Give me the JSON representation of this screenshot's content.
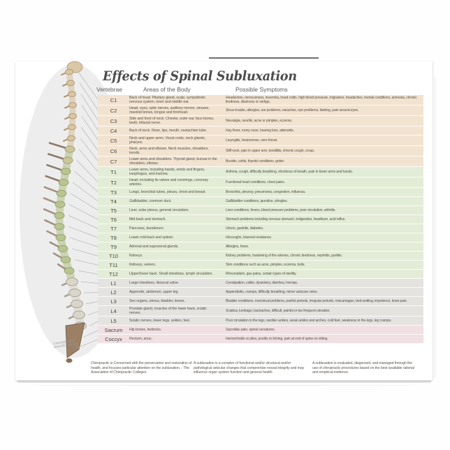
{
  "page": {
    "title": "Effects of Spinal Subluxation",
    "copyright": [
      "Copyright 2013",
      "www.DCFirst.com"
    ]
  },
  "table": {
    "headers": [
      "Vertebrae",
      "Areas of the Body",
      "Possible Symptoms"
    ],
    "section_colors": {
      "cervical": "#f2e3d1",
      "thoracic": "#e3ecd6",
      "lumbar": "#e4e3e0",
      "sacral": "#f0e0e3"
    },
    "rows": [
      {
        "vertebra": "C1",
        "section": "cervical",
        "area": "Back of head. Pituitary gland, scalp, sympathetic nervous system, inner and middle ear.",
        "symptoms": "Headaches, nervousness, insomnia, head colds, high blood pressure, migraines, headaches, mental conditions, amnesia, chronic tiredness, dizziness or vertigo."
      },
      {
        "vertebra": "C2",
        "section": "cervical",
        "area": "Head, eyes, optic nerves, auditory nerves, sinuses, mastoid bones, tongue and forehead.",
        "symptoms": "Sinus trouble, allergies, ear problems, earaches, eye problems, fainting, pain around eyes."
      },
      {
        "vertebra": "C3",
        "section": "cervical",
        "area": "Side and front of neck. Cheeks, outer ear, face bones, teeth, trifacial nerve.",
        "symptoms": "Neuralgia, neuritis, acne or pimples, eczema"
      },
      {
        "vertebra": "C4",
        "section": "cervical",
        "area": "Back of neck. Nose, lips, mouth, eustachian tube.",
        "symptoms": "Hay fever, runny nose, hearing loss, adenoids."
      },
      {
        "vertebra": "C5",
        "section": "cervical",
        "area": "Neck and upper arms. Vocal cords, neck glands, pharynx.",
        "symptoms": "Laryngitis, hoarseness, sore throat."
      },
      {
        "vertebra": "C6",
        "section": "cervical",
        "area": "Neck, arms and elbows. Neck muscles, shoulders, tonsils.",
        "symptoms": "Stiff neck, pain in upper arm, tonsillitis, chronic cough, croup."
      },
      {
        "vertebra": "C7",
        "section": "cervical",
        "area": "Lower arms and shoulders. Thyroid gland, bursae in the shoulders, elbows.",
        "symptoms": "Bursitis, colds, thyroid conditions, goiter."
      },
      {
        "vertebra": "T1",
        "section": "thoracic",
        "area": "Lower arms, including hands, wrists and fingers, esophagus, and trachea.",
        "symptoms": "Asthma, cough, difficulty breathing, shortness of breath, pain in lower arms and hands."
      },
      {
        "vertebra": "T2",
        "section": "thoracic",
        "area": "Heart, including its valves and coverings, coronary arteries.",
        "symptoms": "Functional heart conditions, chest pains."
      },
      {
        "vertebra": "T3",
        "section": "thoracic",
        "area": "Lungs, bronchial tubes, pleura, chest and breast.",
        "symptoms": "Bronchitis, pleurisy, pneumonia, congestion, influenza."
      },
      {
        "vertebra": "T4",
        "section": "thoracic",
        "area": "Gallbladder, common duct.",
        "symptoms": "Gallbladder conditions, jaundice, shingles."
      },
      {
        "vertebra": "T5",
        "section": "thoracic",
        "area": "Liver, solar plexus, general circulation.",
        "symptoms": "Liver conditions, fevers, blood pressure problems, poor circulation, arthritis."
      },
      {
        "vertebra": "T6",
        "section": "thoracic",
        "area": "Mid-back and stomach.",
        "symptoms": "Stomach problems including nervous stomach, indigestion, heartburn, acid reflux."
      },
      {
        "vertebra": "T7",
        "section": "thoracic",
        "area": "Pancreas, duodenum.",
        "symptoms": "Ulcers, gastritis, diabetes."
      },
      {
        "vertebra": "T8",
        "section": "thoracic",
        "area": "Lower mid-back and spleen.",
        "symptoms": "Hiccoughs, lowered resistance."
      },
      {
        "vertebra": "T9",
        "section": "thoracic",
        "area": "Adrenal and suprarenal glands.",
        "symptoms": "Allergies, hives."
      },
      {
        "vertebra": "T10",
        "section": "thoracic",
        "area": "Kidneys.",
        "symptoms": "Kidney problems, hardening of the arteries, chronic tiredness, nephritis, pyelitis."
      },
      {
        "vertebra": "T11",
        "section": "thoracic",
        "area": "Kidneys, ureters.",
        "symptoms": "Skin conditions such as acne, pimples, eczema, boils."
      },
      {
        "vertebra": "T12",
        "section": "thoracic",
        "area": "Upper/lower back. Small intestines, lymph circulation.",
        "symptoms": "Rheumatism, gas pains, certain types of sterility."
      },
      {
        "vertebra": "L1",
        "section": "lumbar",
        "area": "Large intestines, iliocecal valve.",
        "symptoms": "Constipation, colitis, dysentery, diarrhea, hernias."
      },
      {
        "vertebra": "L2",
        "section": "lumbar",
        "area": "Appendix, abdomen, upper leg.",
        "symptoms": "Appendicitis, cramps, difficulty breathing, minor varicose veins."
      },
      {
        "vertebra": "L3",
        "section": "lumbar",
        "area": "Sex organs, uterus, bladder, knees.",
        "symptoms": "Bladder conditions, menstrual problems, painful periods, irregular periods, miscarriages, bed wetting, impotence, knee pain."
      },
      {
        "vertebra": "L4",
        "section": "lumbar",
        "area": "Prostate gland, muscles of the lower back, sciatic nerves.",
        "symptoms": "Sciatica, lumbago, backaches, difficult, painful or too frequent urination."
      },
      {
        "vertebra": "L5",
        "section": "lumbar",
        "area": "Sciatic nerves, lower legs, ankles, feet.",
        "symptoms": "Poor circulation in the legs, swollen ankles, weak ankles and arches, cold feet, weakness in the legs, leg cramps."
      },
      {
        "vertebra": "Sacrum",
        "section": "sacral",
        "area": "Hip bones, buttocks.",
        "symptoms": "Sacroiliac pain, spinal curvatures."
      },
      {
        "vertebra": "Coccyx",
        "section": "sacral",
        "area": "Rectum, anus.",
        "symptoms": "Hemorrhoids or piles, pruritis or itching, pain at end of spine on sitting."
      }
    ]
  },
  "footer": {
    "quotes": [
      "Chiropractic is Concerned with the preservation and restoration of health, and focuses particular attention on the subluxation. - The Association of Chiropractic Colleges",
      "A subluxation is a complex of functional and/or structural and/or pathological articular changes that compromise neural integrity and may influence organ system function and general health.",
      "A subluxation is evaluated, diagnosed, and managed through the use of chiropractic procedures based on the best available rational and empirical evidence."
    ]
  }
}
